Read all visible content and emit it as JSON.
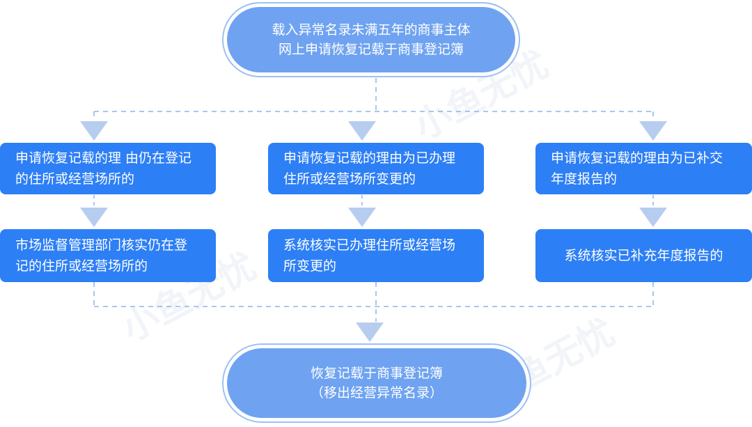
{
  "top": {
    "line1": "载入异常名录未满五年的商事主体",
    "line2": "网上申请恢复记载于商事登记簿"
  },
  "branches": [
    {
      "reason": [
        "申请恢复记载的理 由仍在登记",
        "的住所或经营场所的"
      ],
      "check": [
        "市场监督管理部门核实仍在登",
        "记的住所或经营场所的"
      ]
    },
    {
      "reason": [
        "申请恢复记载的理由为已办理",
        "住所或经营场所变更的"
      ],
      "check": [
        "系统核实已办理住所或经营场",
        "所变更的"
      ]
    },
    {
      "reason": [
        "申请恢复记载的理由为已补交",
        "年度报告的"
      ],
      "check": [
        "系统核实已补充年度报告的"
      ]
    }
  ],
  "bottom": {
    "line1": "恢复记载于商事登记簿",
    "line2": "（移出经营异常名录）"
  },
  "watermark": "小鱼无忧",
  "colors": {
    "box": "#2d7ff5",
    "pill": "#6fa3f1",
    "pill_ring": "#9cc0f5",
    "connector": "#a9c6ef",
    "arrow": "#b7cdf0"
  }
}
